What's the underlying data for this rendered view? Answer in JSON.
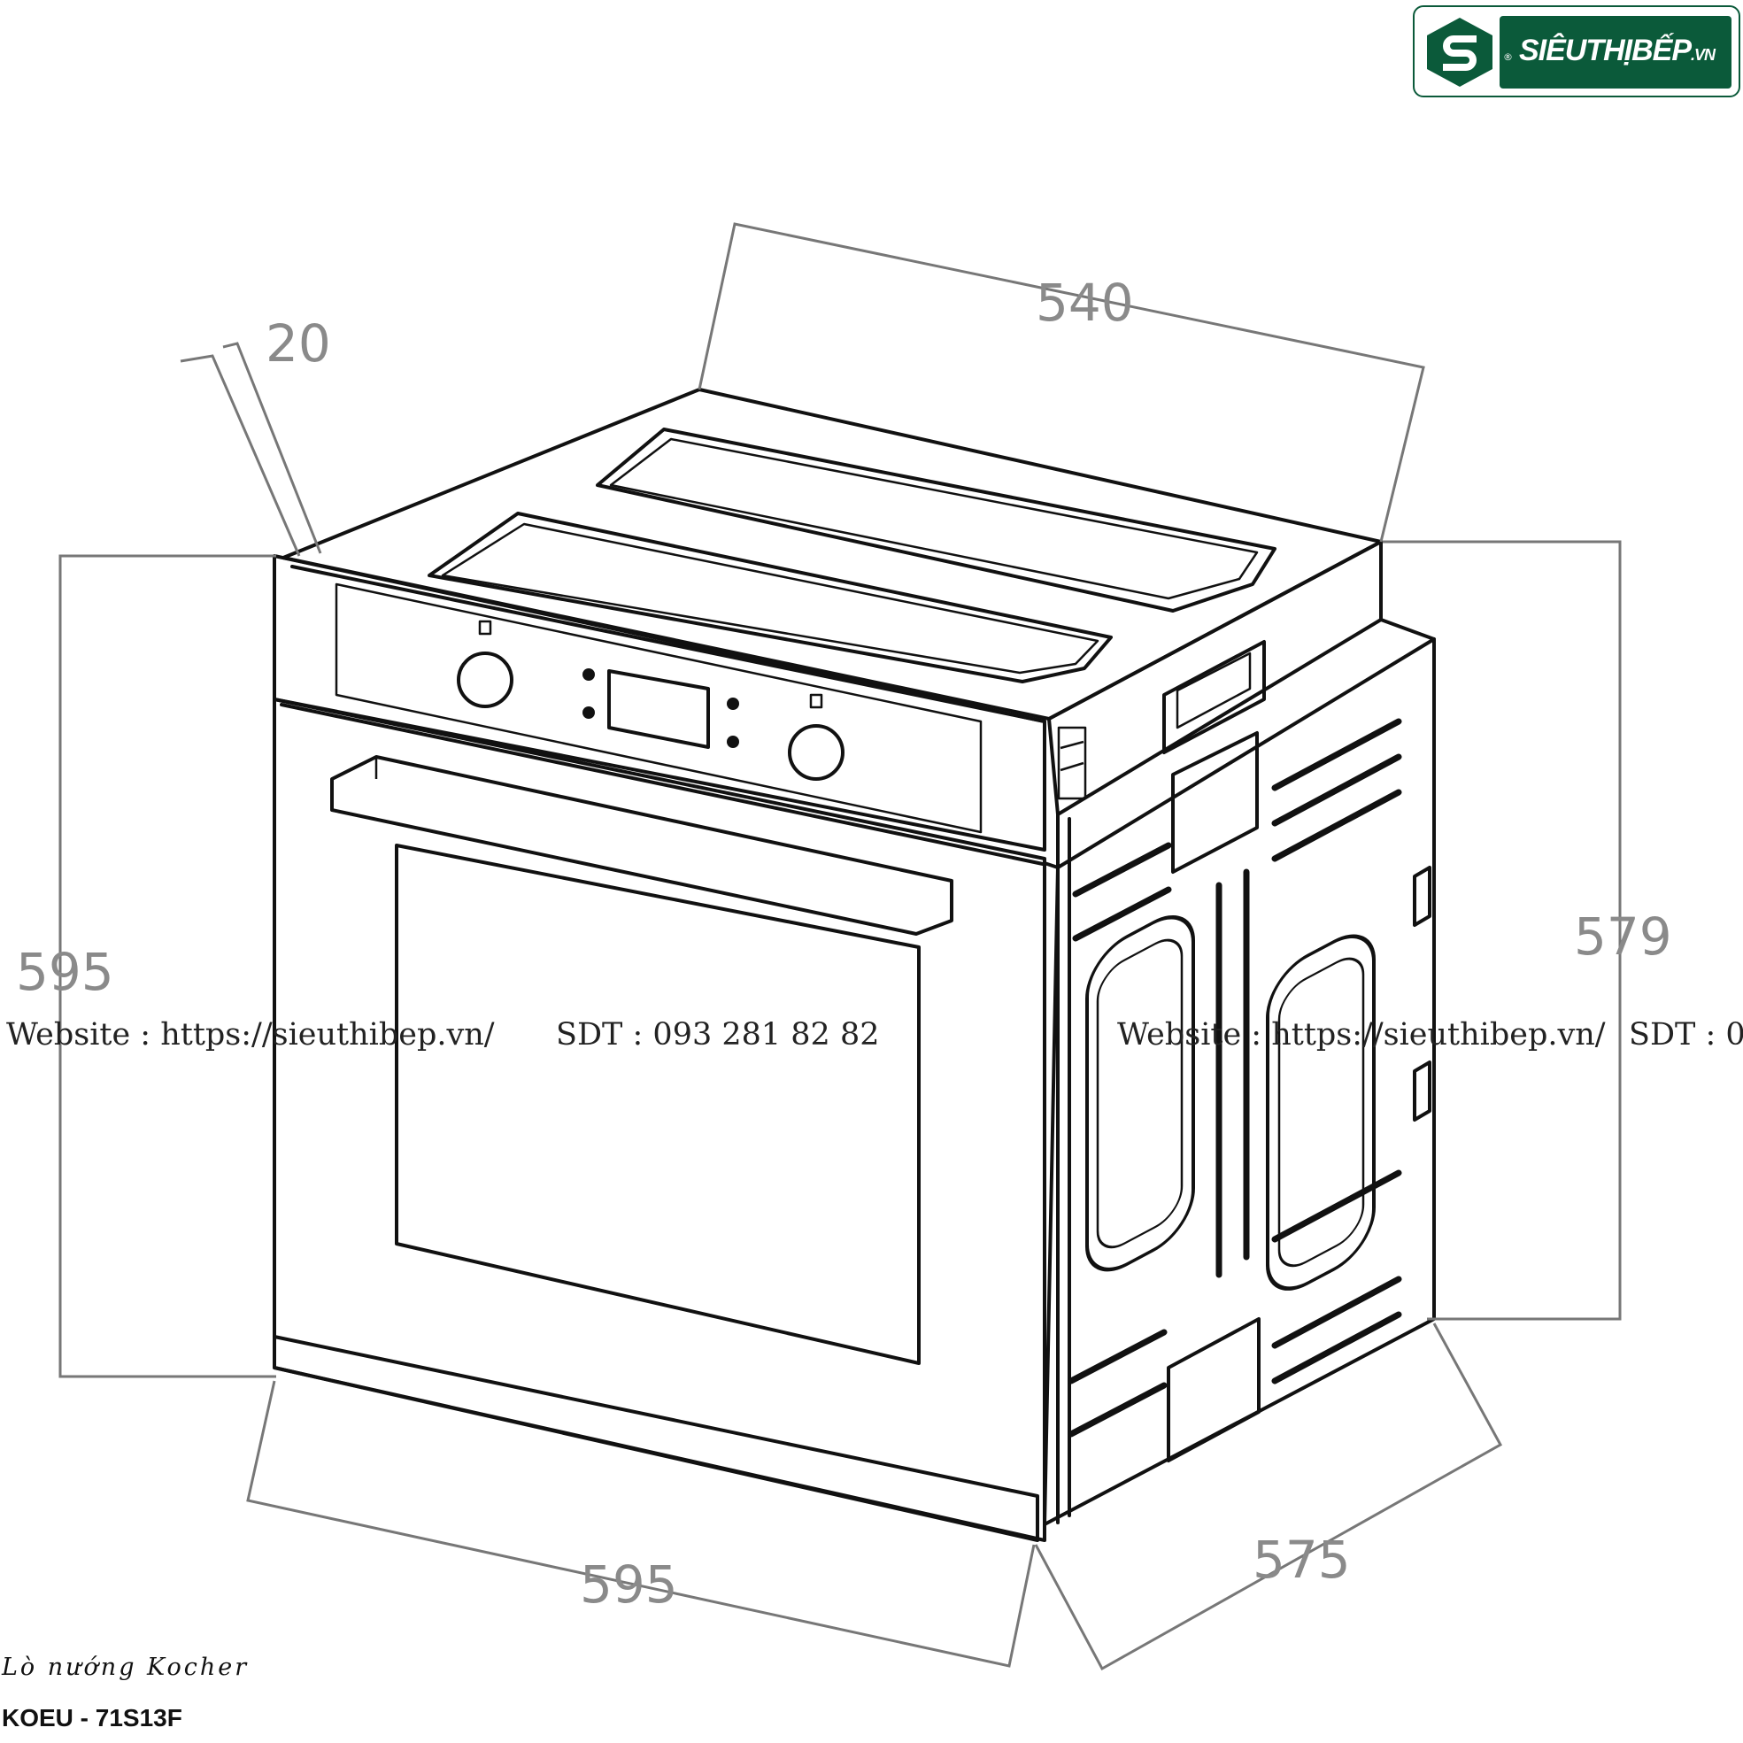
{
  "brand": {
    "logo_name": "SIÊUTHỊBẾP",
    "logo_suffix": ".VN",
    "logo_reg_mark": "®",
    "logo_icon": "s-monogram-icon",
    "colors": {
      "brand_green": "#0b5a3a",
      "watermark_text": "#222222",
      "dimension_text": "#8a8a8a"
    }
  },
  "dimensions": {
    "top_depth": "540",
    "front_thickness": "20",
    "front_height": "595",
    "front_width": "595",
    "body_height": "579",
    "body_depth": "575"
  },
  "watermark": {
    "website_1": "Website : https://sieuthibep.vn/",
    "phone_1": "SDT : 093 281 82 82",
    "website_2": "Website : https://sieuthibep.vn/",
    "phone_2": "SDT : 0"
  },
  "caption": {
    "product_type": "Lò nướng Kocher",
    "model": "KOEU - 71S13F"
  }
}
